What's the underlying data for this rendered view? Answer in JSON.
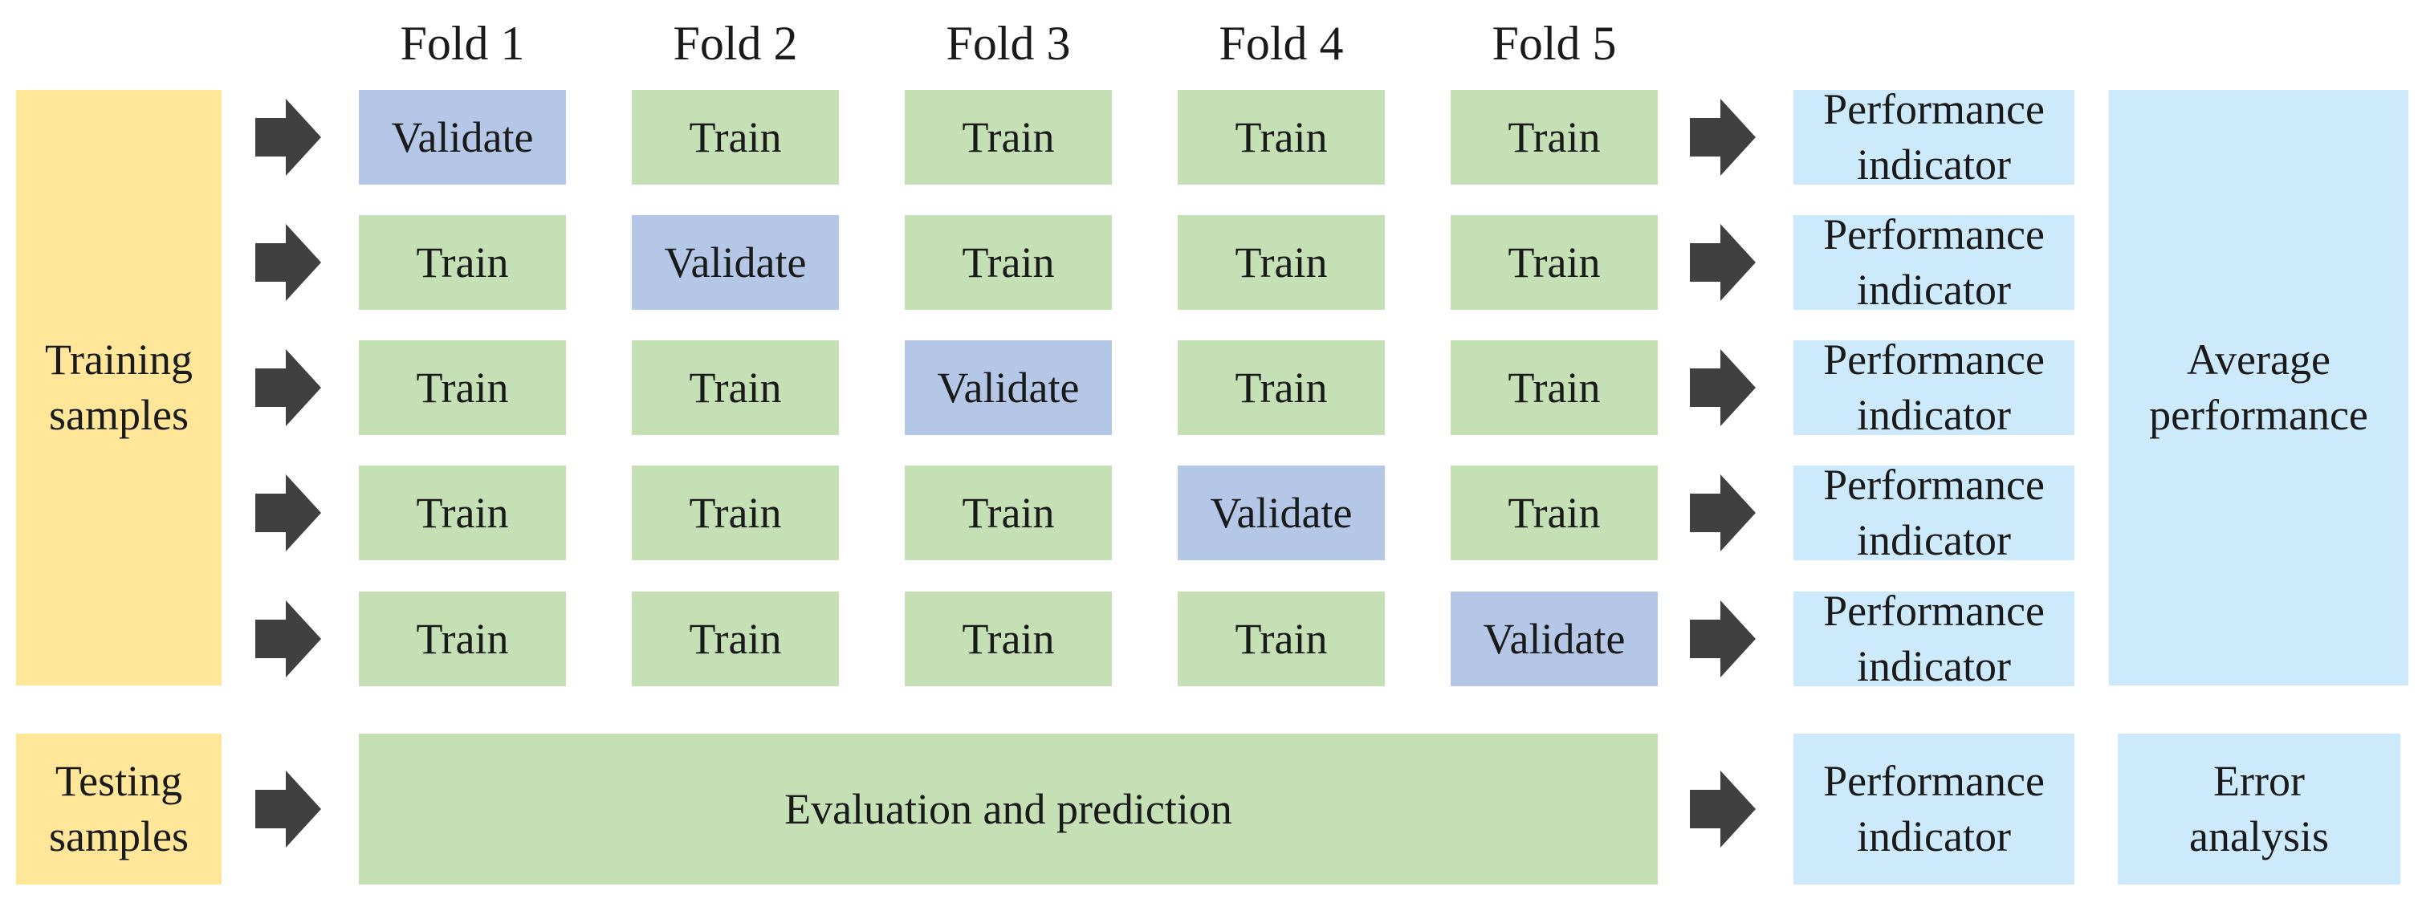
{
  "fold_headers": [
    "Fold 1",
    "Fold 2",
    "Fold 3",
    "Fold 4",
    "Fold 5"
  ],
  "training_samples": [
    "Training",
    "samples"
  ],
  "testing_samples": [
    "Testing",
    "samples"
  ],
  "rows": [
    [
      "Validate",
      "Train",
      "Train",
      "Train",
      "Train"
    ],
    [
      "Train",
      "Validate",
      "Train",
      "Train",
      "Train"
    ],
    [
      "Train",
      "Train",
      "Validate",
      "Train",
      "Train"
    ],
    [
      "Train",
      "Train",
      "Train",
      "Validate",
      "Train"
    ],
    [
      "Train",
      "Train",
      "Train",
      "Train",
      "Validate"
    ]
  ],
  "performance_indicator": [
    "Performance",
    "indicator"
  ],
  "average_performance": [
    "Average",
    "performance"
  ],
  "evaluation": "Evaluation and prediction",
  "error_analysis": [
    "Error",
    "analysis"
  ],
  "colors": {
    "samples": "#ffe699",
    "train": "#c5e0b4",
    "validate": "#b4c7e7",
    "results": "#cdeafd",
    "arrow": "#404040"
  }
}
